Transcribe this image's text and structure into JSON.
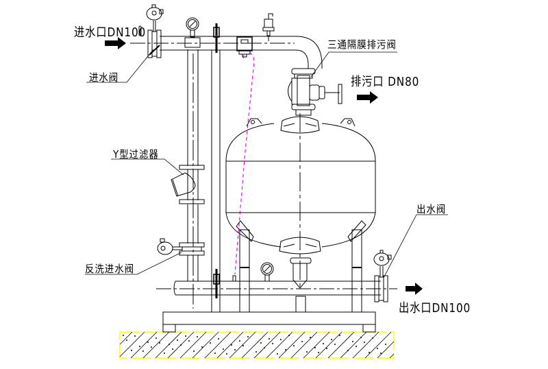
{
  "diagram": {
    "type": "engineering-schematic",
    "subject": "sand filter tank piping assembly",
    "labels": {
      "inlet": "进水口DN100",
      "inlet_valve": "进水阀",
      "y_strainer": "Y型过滤器",
      "backwash_inlet_valve": "反洗进水阀",
      "three_way_drain_valve": "三通隔膜排污阀",
      "drain_outlet": "排污口 DN80",
      "outlet_valve": "出水阀",
      "outlet": "出水口DN100"
    },
    "colors": {
      "line": "#000000",
      "dashed_control_line": "#ff00ff",
      "foundation_border": "#ffff00",
      "background": "#ffffff"
    },
    "icons": [
      "flow-arrow-icon",
      "pressure-gauge-icon",
      "butterfly-valve-icon",
      "air-release-valve-icon",
      "y-strainer-icon",
      "diaphragm-valve-icon"
    ]
  }
}
